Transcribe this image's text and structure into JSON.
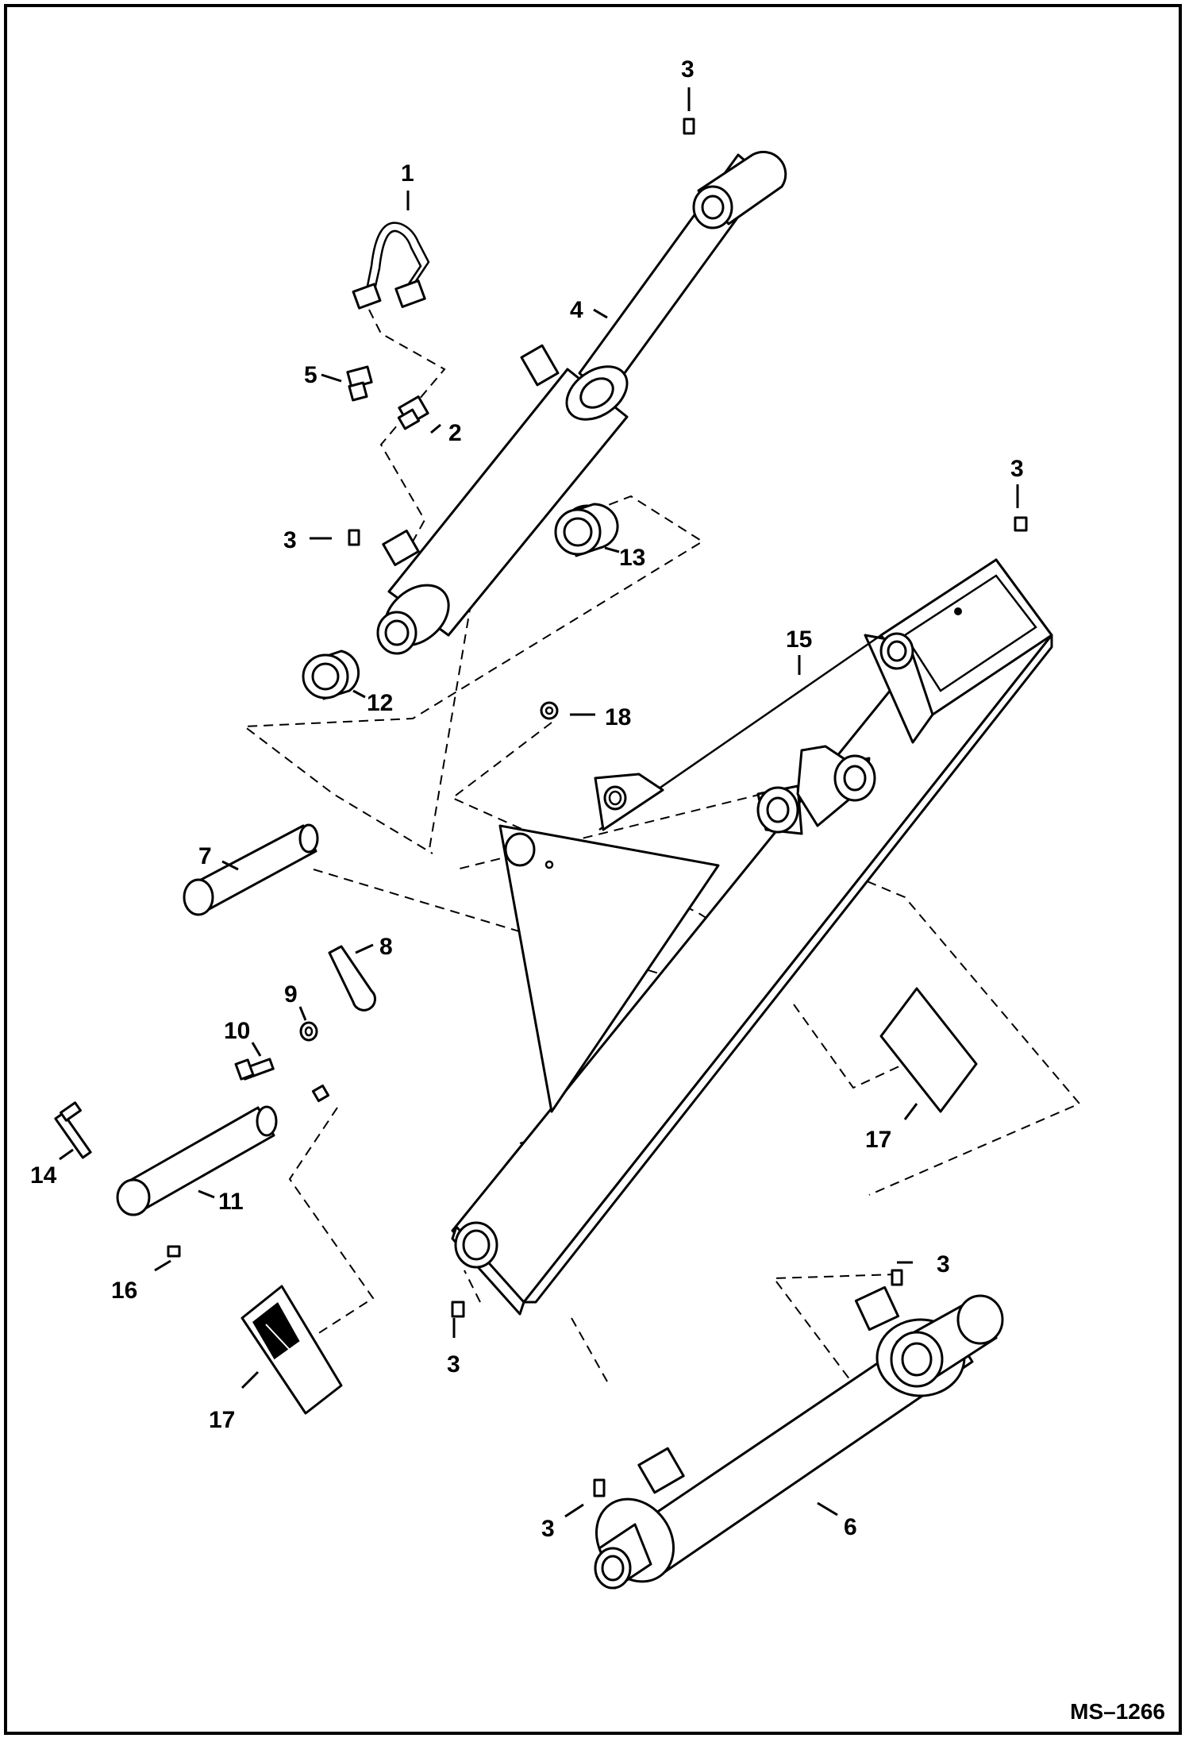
{
  "figure": {
    "id": "MS–1266"
  },
  "callouts": {
    "c1": "1",
    "c2": "2",
    "c3a": "3",
    "c3b": "3",
    "c3c": "3",
    "c3d": "3",
    "c3e": "3",
    "c3f": "3",
    "c4": "4",
    "c5": "5",
    "c6": "6",
    "c7": "7",
    "c8": "8",
    "c9": "9",
    "c10": "10",
    "c11": "11",
    "c12": "12",
    "c13": "13",
    "c14": "14",
    "c15": "15",
    "c16": "16",
    "c17a": "17",
    "c17b": "17",
    "c18": "18"
  }
}
